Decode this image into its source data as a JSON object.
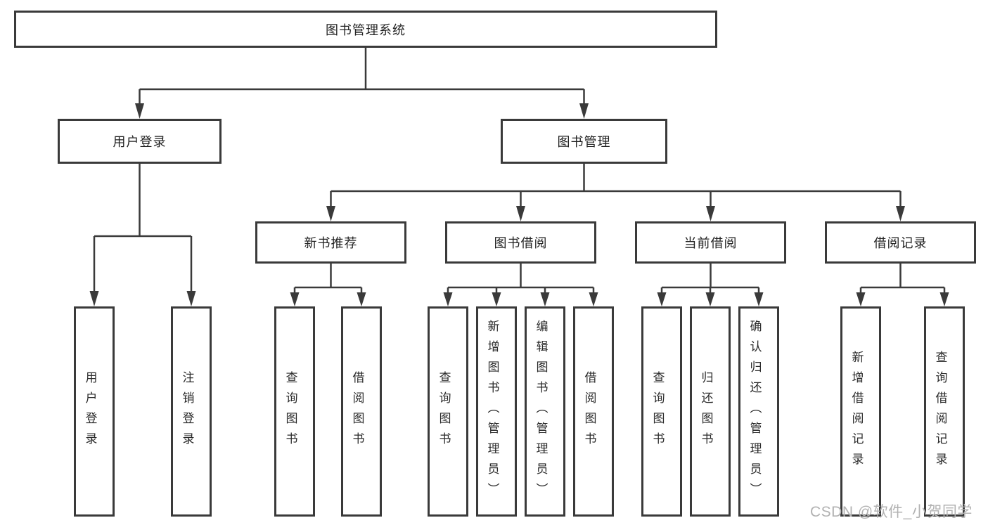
{
  "tree": {
    "root": "图书管理系统",
    "user_login": {
      "label": "用户登录",
      "children": [
        "用户登录",
        "注销登录"
      ]
    },
    "book_mgmt": {
      "label": "图书管理",
      "groups": [
        {
          "label": "新书推荐",
          "children": [
            "查询图书",
            "借阅图书"
          ]
        },
        {
          "label": "图书借阅",
          "children": [
            "查询图书",
            "新增图书（管理员）",
            "编辑图书（管理员）",
            "借阅图书"
          ]
        },
        {
          "label": "当前借阅",
          "children": [
            "查询图书",
            "归还图书",
            "确认归还（管理员）"
          ]
        },
        {
          "label": "借阅记录",
          "children": [
            "新增借阅记录",
            "查询借阅记录"
          ]
        }
      ]
    }
  },
  "watermark": "CSDN @软件_小贺同学",
  "colors": {
    "line": "#3a3a3a",
    "text": "#222222",
    "watermark": "#b2b2b2",
    "background": "#ffffff"
  }
}
